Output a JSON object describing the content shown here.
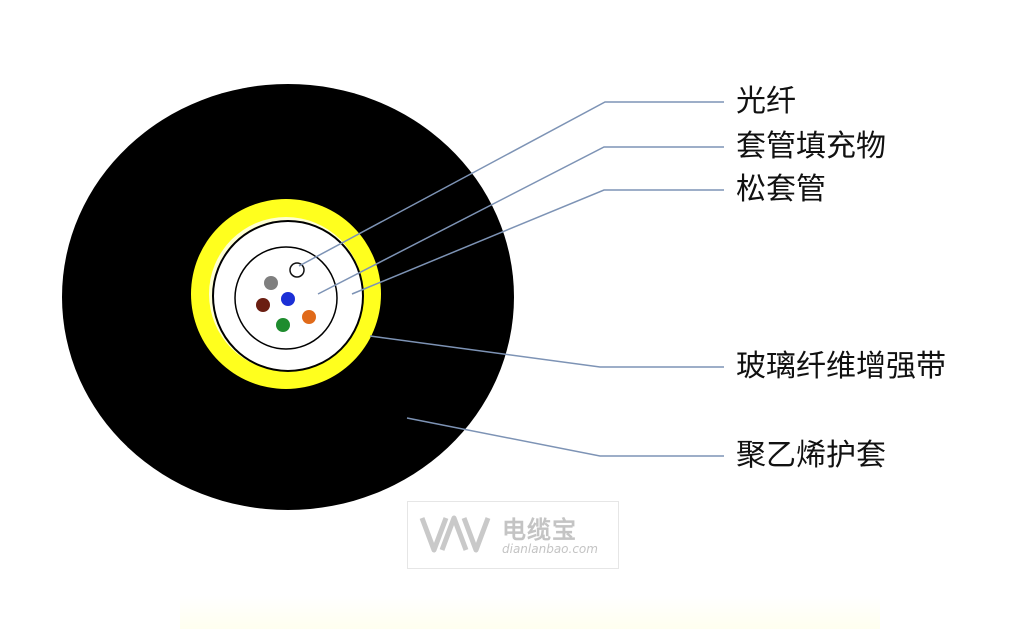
{
  "labels": {
    "fiber": "光纤",
    "tube_filler": "套管填充物",
    "loose_tube": "松套管",
    "glass_tape": "玻璃纤维增强带",
    "pe_sheath": "聚乙烯护套"
  },
  "watermark": {
    "title": "电缆宝",
    "url": "dianlanbao.com"
  },
  "colors": {
    "sheath": "#000000",
    "glass_tape": "#ffff1e",
    "tube_fill": "#ffffff",
    "leader_line": "#7d93b5",
    "fibers": [
      "#ffffff",
      "#7f7f7f",
      "#6b1e12",
      "#1b2fd6",
      "#e06a1a",
      "#1e8c2e"
    ]
  }
}
